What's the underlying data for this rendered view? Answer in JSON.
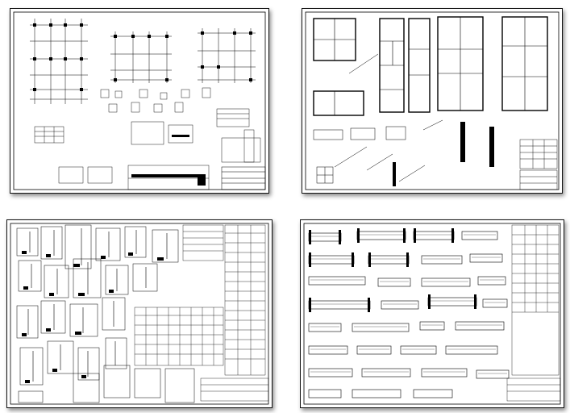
{
  "sheets": [
    {
      "id": "structural-foundations",
      "title_block_text": ""
    },
    {
      "id": "architectural-floor-plans",
      "title_block_text": ""
    },
    {
      "id": "column-reinforcement-details",
      "title_block_text": ""
    },
    {
      "id": "beam-reinforcement-details",
      "title_block_text": ""
    }
  ]
}
